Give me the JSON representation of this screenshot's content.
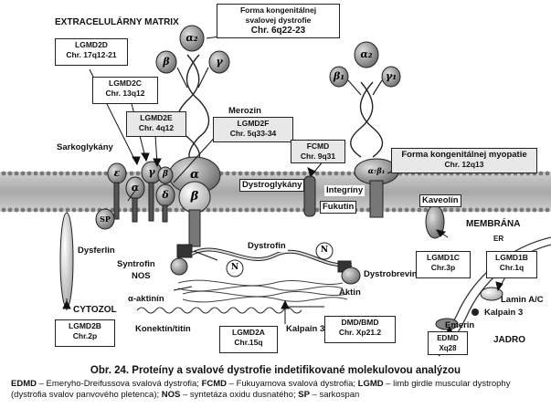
{
  "regions": {
    "extracellular": "EXTRACELULÁRNY MATRIX",
    "cytosol": "CYTOZOL",
    "membrane": "MEMBRÁNA",
    "nucleus": "JADRO",
    "er": "ER"
  },
  "boxes": {
    "kongenital_top": {
      "line1": "Forma kongenitálnej",
      "line2": "svalovej dystrofie",
      "line3": "Chr. 6q22-23"
    },
    "lgmd2d": {
      "line1": "LGMD2D",
      "line2": "Chr. 17q12-21"
    },
    "lgmd2c": {
      "line1": "LGMD2C",
      "line2": "Chr. 13q12"
    },
    "lgmd2e": {
      "line1": "LGMD2E",
      "line2": "Chr. 4q12"
    },
    "lgmd2f": {
      "line1": "LGMD2F",
      "line2": "Chr. 5q33-34"
    },
    "fcmd": {
      "line1": "FCMD",
      "line2": "Chr. 9q31"
    },
    "kongenital_myo": {
      "line1": "Forma kongenitálnej myopatie",
      "line2": "Chr. 12q13"
    },
    "lgmd1c": {
      "line1": "LGMD1C",
      "line2": "Chr.3p"
    },
    "lgmd1b": {
      "line1": "LGMD1B",
      "line2": "Chr.1q"
    },
    "lgmd2b": {
      "line1": "LGMD2B",
      "line2": "Chr.2p"
    },
    "lgmd2a": {
      "line1": "LGMD2A",
      "line2": "Chr.15q"
    },
    "dmd_bmd": {
      "line1": "DMD/BMD",
      "line2": "Chr. Xp21.2"
    },
    "edmd": {
      "line1": "EDMD",
      "line2": "Xq28"
    }
  },
  "labels": {
    "merozin": "Merozin",
    "sarkoglykany": "Sarkoglykány",
    "dystroglykany": "Dystroglykány",
    "integriny": "Integríny",
    "fukutin": "Fukutin",
    "kaveolin": "Kaveolín",
    "dysferlin": "Dysferlin",
    "syntrofin": "Syntrofin",
    "nos": "NOS",
    "dystrofin": "Dystrofin",
    "dystrobrevin": "Dystrobrevin",
    "aktin": "Aktin",
    "alfa_aktinin": "α-aktinín",
    "konektin": "Konektín/titín",
    "kalpain3_a": "Kalpain 3",
    "kalpain3_b": "Kalpain 3",
    "lamin": "Lamin A/C",
    "emerin": "Emerin"
  },
  "glyphs": {
    "alpha2": "α₂",
    "beta": "β",
    "gamma": "γ",
    "alpha": "α",
    "delta": "δ",
    "epsilon": "ε",
    "sp": "SP",
    "n": "N",
    "gamma1": "γ₁",
    "beta1": "β₁",
    "a7b1": "α₇β₁"
  },
  "caption": "Obr. 24. Proteíny a svalové dystrofie indetifikované molekulovou analýzou",
  "legend": {
    "edmd_key": "EDMD",
    "edmd_text": " – Emeryho-Dreifussova svalová dystrofia; ",
    "fcmd_key": "FCMD",
    "fcmd_text": " – Fukuyamova svalová dystrofia; ",
    "lgmd_key": "LGMD",
    "lgmd_text": " – limb girdle muscular dystrophy (dystrofia svalov panvového pletenca); ",
    "nos_key": "NOS",
    "nos_text": " – syntetáza oxidu dusnatého; ",
    "sp_key": "SP",
    "sp_text": " – sarkospan"
  },
  "colors": {
    "membrane_band": "#bdbdbd",
    "protein_dark": "#555555",
    "protein_mid": "#9a9a9a",
    "protein_light": "#d6d6d6"
  }
}
